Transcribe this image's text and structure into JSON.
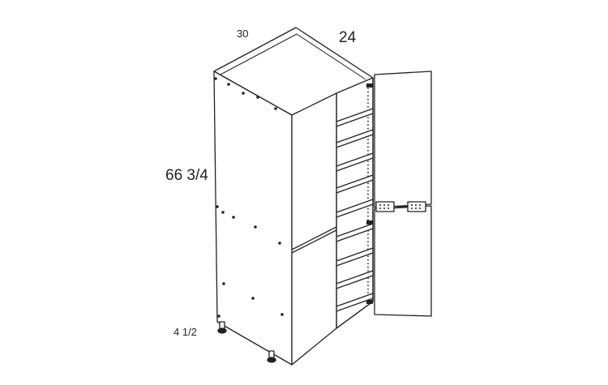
{
  "dimensions": {
    "width": "30",
    "depth": "24",
    "height": "66 3/4",
    "toe_kick": "4 1/2"
  },
  "colors": {
    "line": "#222222",
    "background": "#ffffff"
  }
}
